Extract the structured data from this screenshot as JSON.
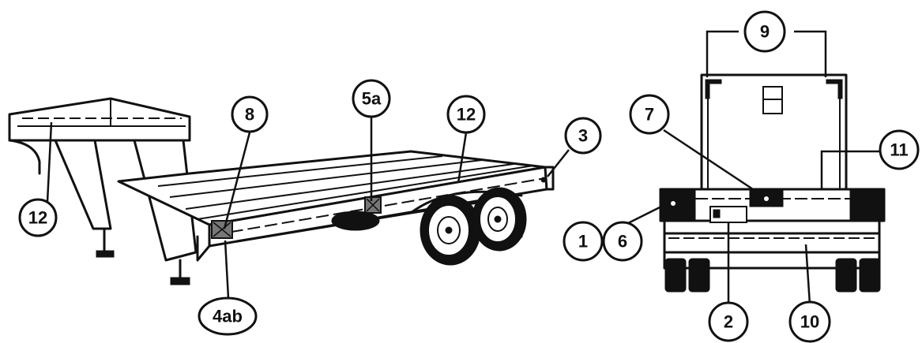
{
  "callouts": {
    "c12_left": "12",
    "c8": "8",
    "c5a": "5a",
    "c12_right": "12",
    "c3": "3",
    "c4ab": "4ab",
    "c9": "9",
    "c7": "7",
    "c11": "11",
    "c1": "1",
    "c6": "6",
    "c2": "2",
    "c10": "10"
  }
}
